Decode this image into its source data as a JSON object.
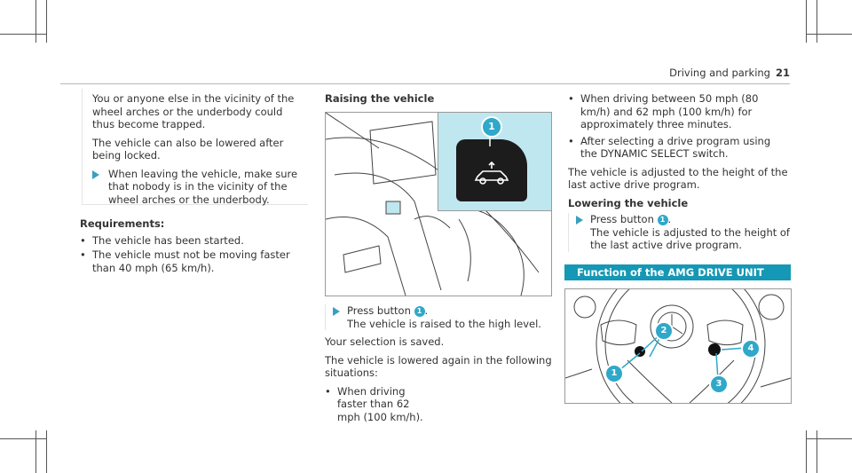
{
  "header": {
    "title": "Driving and parking",
    "page": "21"
  },
  "col1": {
    "note_p1": "You or anyone else in the vicinity of the wheel arches or the underbody could thus become trapped.",
    "note_p2": "The vehicle can also be lowered after being locked.",
    "note_warn": "When leaving the vehicle, make sure that nobody is in the vicinity of the wheel arches or the underbody.",
    "req_heading": "Requirements:",
    "req_items": [
      "The vehicle has been started.",
      "The vehicle must not be moving faster than 40 mph (65 km/h)."
    ]
  },
  "col2": {
    "heading": "Raising the vehicle",
    "callout": "1",
    "step_pre": "Press button",
    "step_num": "1",
    "step_post": ".",
    "step_result": "The vehicle is raised to the high level.",
    "p1": "Your selection is saved.",
    "p2": "The vehicle is lowered again in the following situations:",
    "items": [
      "When driving faster than 62 mph (100 km/h)."
    ]
  },
  "col3": {
    "items": [
      "When driving between 50 mph (80 km/h) and 62 mph (100 km/h) for approximately three minutes.",
      "After selecting a drive program using the DYNAMIC SELECT switch."
    ],
    "p1": "The vehicle is adjusted to the height of the last active drive program.",
    "heading": "Lowering the vehicle",
    "step_pre": "Press button",
    "step_num": "1",
    "step_post": ".",
    "step_result": "The vehicle is adjusted to the height of the last active drive program.",
    "section_title": "Function of the AMG DRIVE UNIT",
    "callouts": [
      "1",
      "2",
      "3",
      "4"
    ]
  },
  "colors": {
    "accent": "#1598b5",
    "callout": "#2fa8c9",
    "inset_bg": "#bfe7ef"
  }
}
